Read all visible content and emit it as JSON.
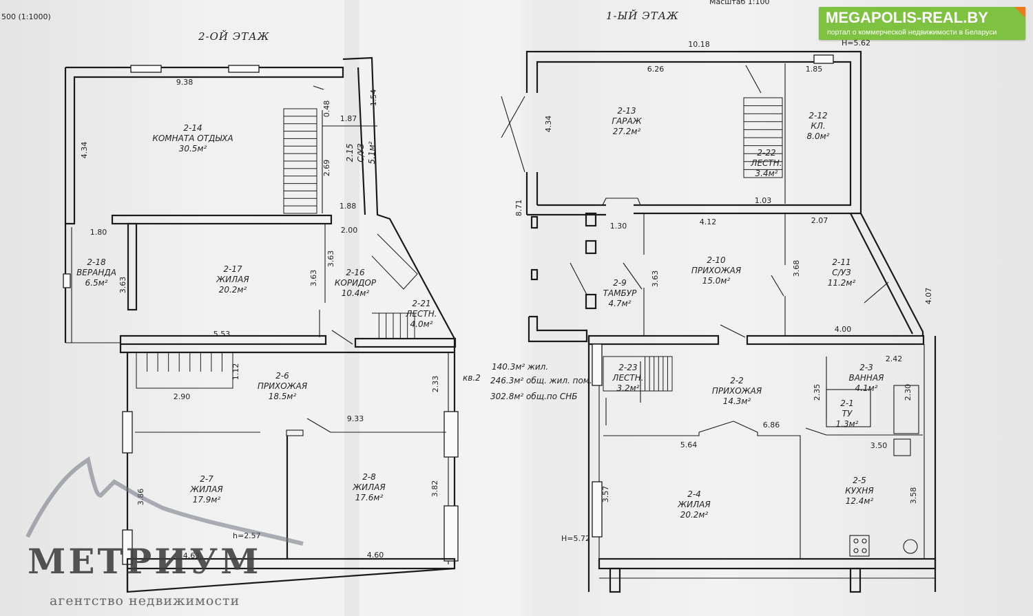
{
  "header": {
    "scale_text": "500 (1:1000)",
    "scale_text_right": "Масштаб 1:100",
    "h_top": "H=5.62"
  },
  "floors": {
    "second": {
      "title": "2-ОЙ ЭТАЖ",
      "height_note": "h=2.57"
    },
    "first": {
      "title": "1-ЫЙ ЭТАЖ",
      "height_note": "H=5.72"
    }
  },
  "rooms_second": [
    {
      "id": "2-14",
      "name": "КОМНАТА ОТДЫХА",
      "area": "30.5м²"
    },
    {
      "id": "2.15",
      "name": "С/УЗ",
      "area": "5.1м²"
    },
    {
      "id": "2-18",
      "name": "ВЕРАНДА",
      "area": "6.5м²"
    },
    {
      "id": "2-17",
      "name": "ЖИЛАЯ",
      "area": "20.2м²"
    },
    {
      "id": "2-16",
      "name": "КОРИДОР",
      "area": "10.4м²"
    },
    {
      "id": "2-21",
      "name": "ЛЕСТН.",
      "area": "4.0м²"
    },
    {
      "id": "2-6",
      "name": "ПРИХОЖАЯ",
      "area": "18.5м²"
    },
    {
      "id": "2-7",
      "name": "ЖИЛАЯ",
      "area": "17.9м²"
    },
    {
      "id": "2-8",
      "name": "ЖИЛАЯ",
      "area": "17.6м²"
    }
  ],
  "rooms_first": [
    {
      "id": "2-13",
      "name": "ГАРАЖ",
      "area": "27.2м²"
    },
    {
      "id": "2-12",
      "name": "КЛ.",
      "area": "8.0м²"
    },
    {
      "id": "2-22",
      "name": "ЛЕСТН.",
      "area": "3.4м²"
    },
    {
      "id": "2-10",
      "name": "ПРИХОЖАЯ",
      "area": "15.0м²"
    },
    {
      "id": "2-11",
      "name": "С/УЗ",
      "area": "11.2м²"
    },
    {
      "id": "2-9",
      "name": "ТАМБУР",
      "area": "4.7м²"
    },
    {
      "id": "2-23",
      "name": "ЛЕСТН.",
      "area": "3.2м²"
    },
    {
      "id": "2-2",
      "name": "ПРИХОЖАЯ",
      "area": "14.3м²"
    },
    {
      "id": "2-3",
      "name": "ВАННАЯ",
      "area": "4.1м²"
    },
    {
      "id": "2-1",
      "name": "ТУ",
      "area": "1.3м²"
    },
    {
      "id": "2-4",
      "name": "ЖИЛАЯ",
      "area": "20.2м²"
    },
    {
      "id": "2-5",
      "name": "КУХНЯ",
      "area": "12.4м²"
    }
  ],
  "dims_second": [
    "9.38",
    "4.34",
    "1.54",
    "0.48",
    "1.87",
    "2.69",
    "1.88",
    "1.80",
    "2.00",
    "3.63",
    "3.63",
    "3.63",
    "5.53",
    "1.12",
    "2.90",
    "9.33",
    "2.33",
    "3.86",
    "3.82",
    "4.63",
    "4.60"
  ],
  "dims_first": [
    "10.18",
    "6.26",
    "1.85",
    "4.34",
    "8.71",
    "1.03",
    "1.30",
    "4.12",
    "2.07",
    "3.63",
    "3.68",
    "4.07",
    "4.00",
    "2.42",
    "2.35",
    "2.30",
    "6.86",
    "5.64",
    "3.50",
    "3.57",
    "3.58"
  ],
  "summary": {
    "apt": "кв.2",
    "line1": "140.3м² жил.",
    "line2": "246.3м² общ. жил. пом.",
    "line3": "302.8м² общ.по СНБ"
  },
  "badge": {
    "title": "MEGAPOLIS-REAL.BY",
    "subtitle": "портал о коммерческой недвижимости в Беларуси"
  },
  "watermark": {
    "word": "МЕТРИУМ",
    "sub": "агентство недвижимости"
  }
}
